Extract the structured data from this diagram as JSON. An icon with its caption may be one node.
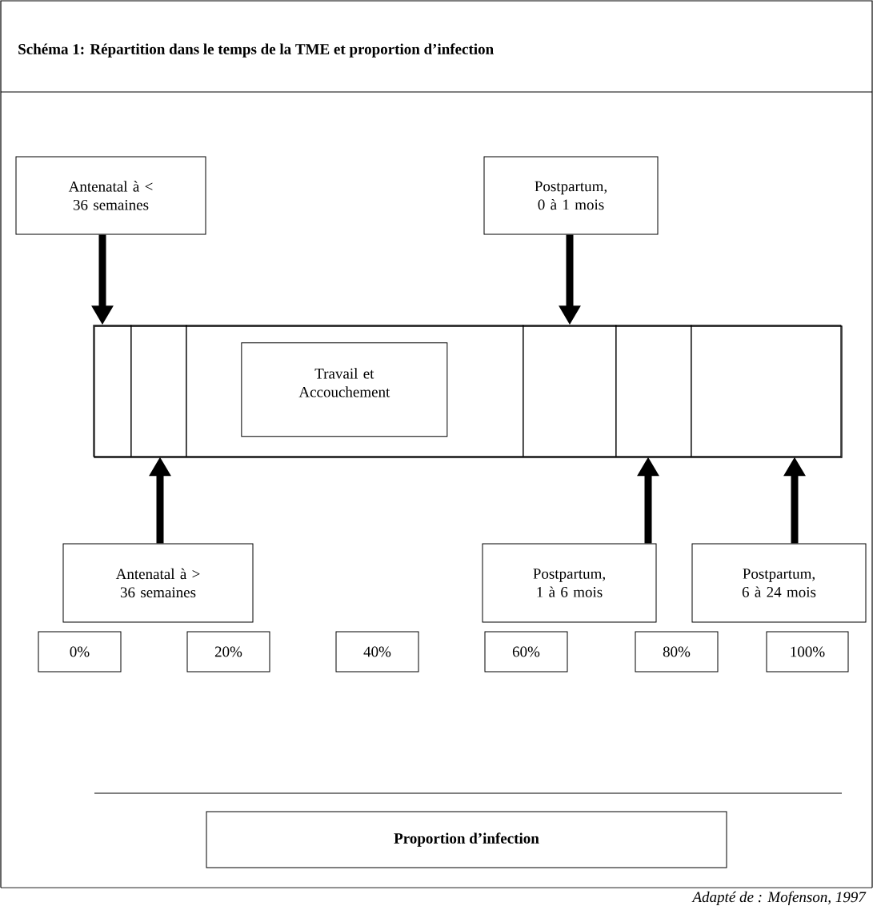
{
  "diagram": {
    "title": "Schéma 1: Répartition dans le temps de la TME et proportion d’infection",
    "caption": "Adapté de : Mofenson, 1997",
    "nodes": [
      {
        "text": [
          "Antenatal à < 36 semaines"
        ]
      },
      {
        "text": [
          "Postpartum, 0 à 1 mois"
        ]
      },
      {
        "text": [],
        "shape": "bar"
      },
      {
        "text": [],
        "shape": "box",
        "in": 2
      },
      {
        "text": [],
        "shape": "box",
        "in": 2
      },
      {
        "text": [],
        "shape": "box",
        "in": 2
      },
      {
        "text": [],
        "shape": "box",
        "in": 2
      },
      {
        "text": [],
        "shape": "box",
        "in": 2
      },
      {
        "text": [],
        "shape": "box",
        "in": 2
      },
      {
        "text": [
          "Travail et Accouchement"
        ],
        "in": 5
      },
      {
        "text": [
          "Antenatal à > 36 semaines"
        ]
      },
      {
        "text": [
          "Postpartum, 1 à 6 mois"
        ]
      },
      {
        "text": [
          "Postpartum, 6 à 24 mois"
        ]
      },
      {
        "text": [
          "0%"
        ]
      },
      {
        "text": [
          "20%"
        ]
      },
      {
        "text": [
          "40%"
        ]
      },
      {
        "text": [
          "60%"
        ]
      },
      {
        "text": [
          "80%"
        ]
      },
      {
        "text": [
          "100%"
        ]
      },
      {
        "text": [
          "Proportion d’infection"
        ]
      }
    ],
    "edges": [
      {
        "from": 0,
        "to": 3,
        "arrow": "to"
      },
      {
        "from": 1,
        "to": 6,
        "arrow": "to"
      },
      {
        "from": 10,
        "to": 4,
        "arrow": "to"
      },
      {
        "from": 11,
        "to": 7,
        "arrow": "to"
      },
      {
        "from": 12,
        "to": 8,
        "arrow": "to"
      }
    ]
  }
}
